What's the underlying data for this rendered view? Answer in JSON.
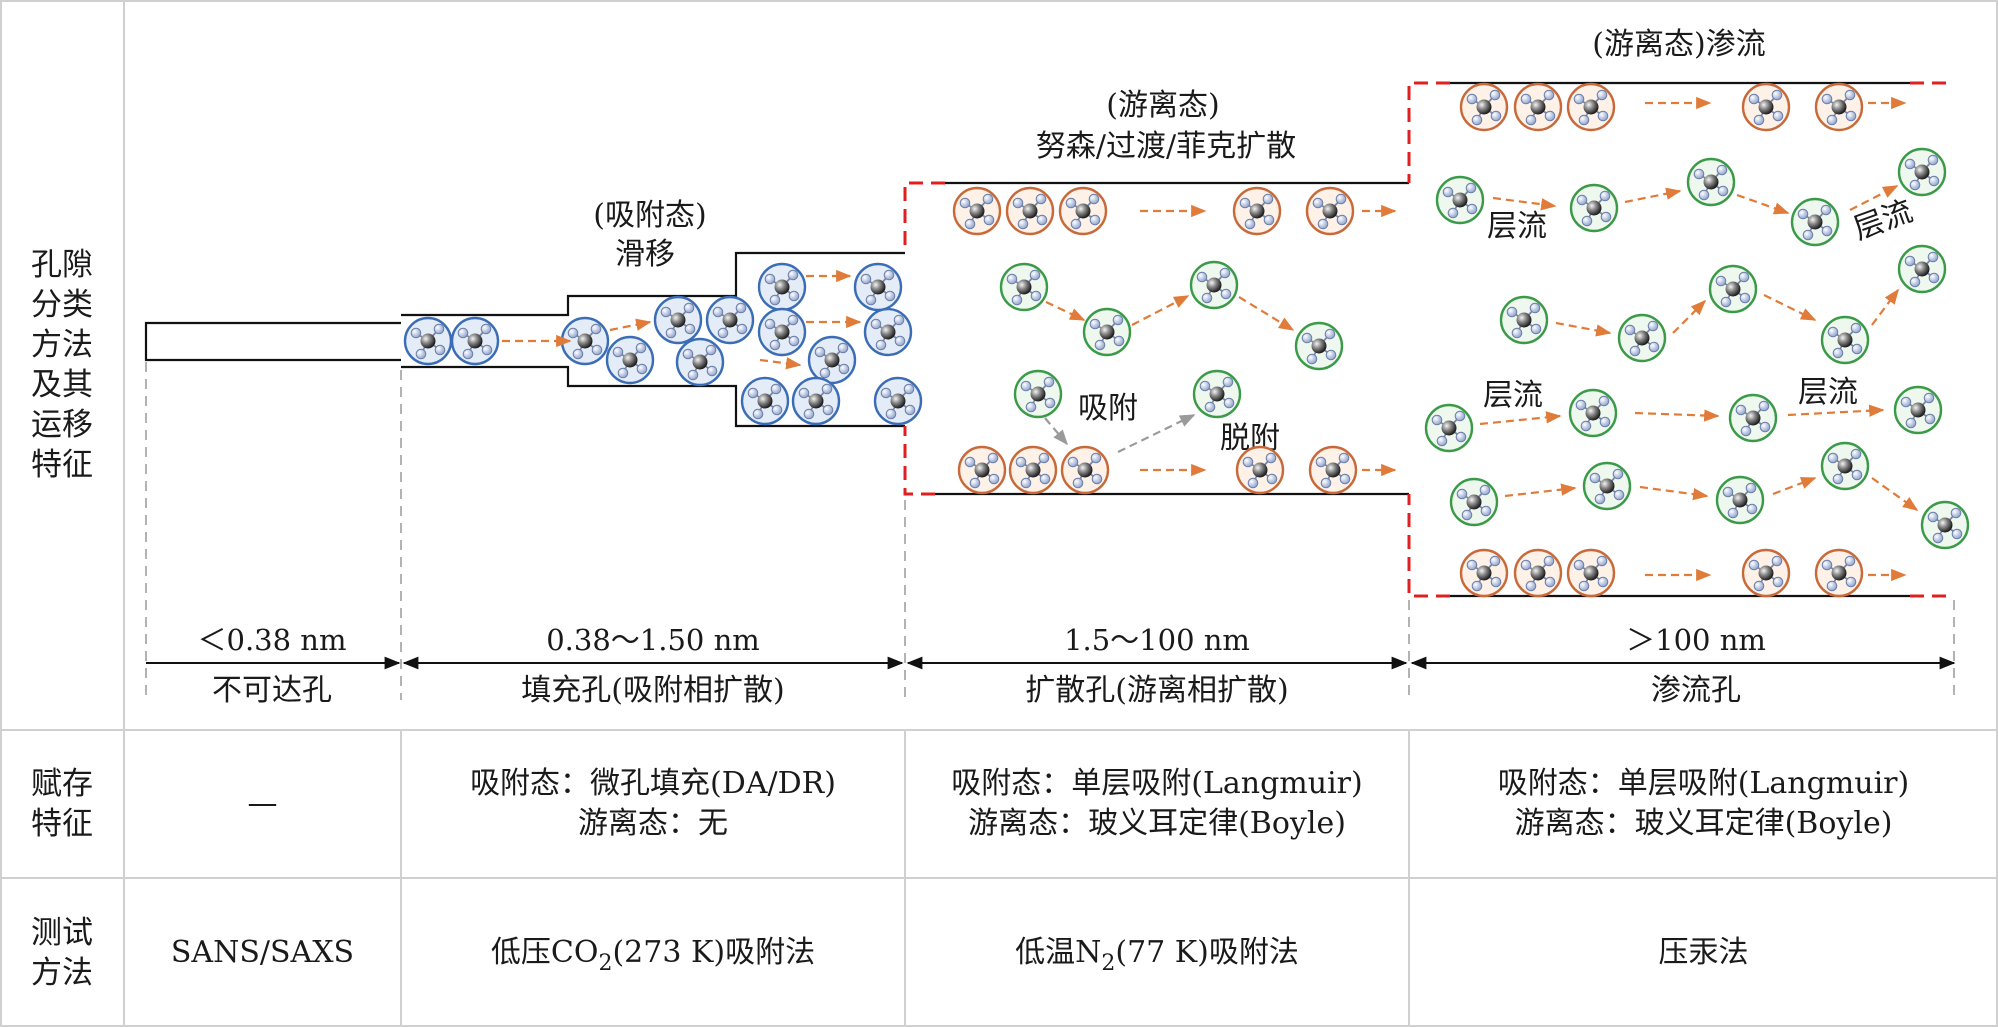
{
  "row_labels": {
    "classification": "孔隙分类方法及其运移特征",
    "occurrence": "赋存特征",
    "test": "测试方法"
  },
  "columns": [
    {
      "size_range": "＜0.38 nm",
      "pore_type": "不可达孔",
      "occurrence": [
        "—"
      ],
      "test_method": [
        "SANS/SAXS"
      ]
    },
    {
      "size_range": "0.38～1.50 nm",
      "pore_type": "填充孔(吸附相扩散)",
      "occurrence": [
        "吸附态：微孔填充(DA/DR)",
        "游离态：无"
      ],
      "test_method": [
        "低压CO",
        "2",
        "(273 K)吸附法"
      ]
    },
    {
      "size_range": "1.5～100 nm",
      "pore_type": "扩散孔(游离相扩散)",
      "occurrence": [
        "吸附态：单层吸附(Langmuir)",
        "游离态：玻义耳定律(Boyle)"
      ],
      "test_method": [
        "低温N",
        "2",
        "(77 K)吸附法"
      ]
    },
    {
      "size_range": "＞100 nm",
      "pore_type": "渗流孔",
      "occurrence": [
        "吸附态：单层吸附(Langmuir)",
        "游离态：玻义耳定律(Boyle)"
      ],
      "test_method": [
        "压汞法"
      ]
    }
  ],
  "diagram_labels": {
    "slip_state": "(吸附态)",
    "slip": "滑移",
    "diffusion_state": "(游离态)",
    "diffusion": "努森/过渡/菲克扩散",
    "seepage_title": "(游离态)渗流",
    "adsorption": "吸附",
    "desorption": "脱附",
    "laminar": "层流"
  },
  "colors": {
    "adsorbed_blue": "#3a6db5",
    "adsorbed_blue_fill": "#e4ecf8",
    "orange_ring": "#c8693a",
    "orange_fill": "#fdf1e8",
    "green_ring": "#3a9a48",
    "green_fill": "#eef8ee",
    "arrow_orange": "#e07b39",
    "arrow_gray": "#9a9a9a",
    "dashed_red": "#e02020",
    "grid": "#d0d0d0"
  }
}
